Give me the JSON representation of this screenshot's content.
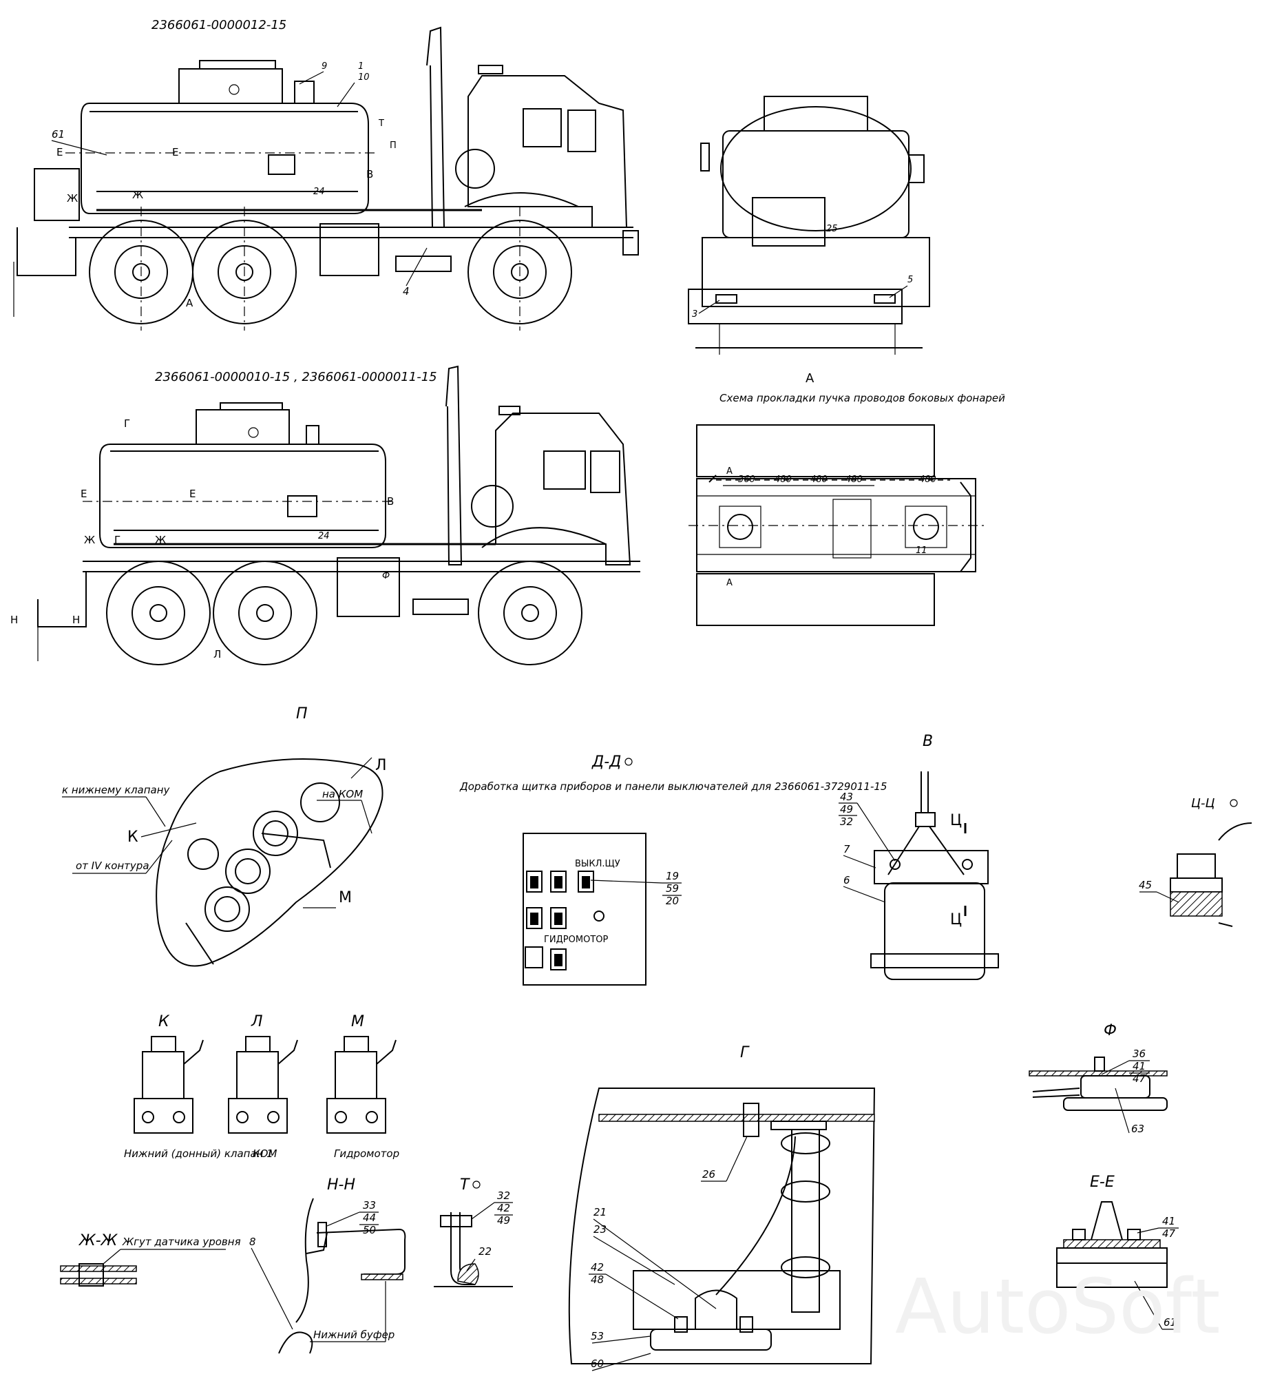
{
  "drawings": {
    "top_side_view": {
      "caption": "2366061-0000012-15",
      "callouts": [
        "61",
        "E",
        "E",
        "Ж",
        "Ж",
        "9",
        "1",
        "10",
        "T",
        "П",
        "B",
        "24",
        "4",
        "A"
      ]
    },
    "front_view": {
      "callouts": [
        "25",
        "3",
        "5"
      ]
    },
    "second_side_view": {
      "caption": "2366061-0000010-15 , 2366061-0000011-15",
      "callouts": [
        "Г",
        "E",
        "E",
        "B",
        "Ж",
        "Г",
        "Ж",
        "24",
        "Ф",
        "H",
        "H",
        "Л"
      ]
    },
    "wiring_scheme": {
      "title": "A",
      "subtitle": "Схема прокладки пучка проводов боковых фонарей",
      "marks": [
        "A",
        "A"
      ],
      "dims": [
        "360",
        "480",
        "480",
        "480",
        "480"
      ],
      "callout": "11"
    },
    "detail_P": {
      "title": "П",
      "labels": {
        "lower_valve": "к нижнему клапану",
        "from_circuit": "от IV контура",
        "kom": "на КОМ"
      },
      "letters": [
        "К",
        "Л",
        "М"
      ]
    },
    "detail_DD": {
      "title": "Д-Д",
      "subtitle": "Доработка щитка приборов и панели выключателей для 2366061-3729011-15",
      "panel_labels": [
        "ВЫКЛ.ЩУ",
        "ГИДРОМОТОР"
      ],
      "callout": [
        "19",
        "59",
        "20"
      ]
    },
    "detail_V": {
      "title": "В",
      "callout_stack": [
        "43",
        "49",
        "32"
      ],
      "callouts": [
        "7",
        "6",
        "Ц",
        "Ц"
      ]
    },
    "section_TsTs": {
      "title": "Ц-Ц",
      "callout": "45"
    },
    "valves_KLM": {
      "letters": [
        "К",
        "Л",
        "М"
      ],
      "captions": [
        "Нижний (донный) клапан 1",
        "КОМ",
        "Гидромотор"
      ]
    },
    "detail_G": {
      "title": "Г",
      "callouts": [
        "26",
        "21",
        "23",
        "42",
        "48",
        "53",
        "60"
      ]
    },
    "detail_F": {
      "title": "Ф",
      "callout_stack": [
        "36",
        "41",
        "47"
      ],
      "callout": "63"
    },
    "section_HH": {
      "title": "Н-Н",
      "callout_stack": [
        "33",
        "44",
        "50"
      ],
      "callout": "8",
      "label": "Нижний буфер"
    },
    "detail_T": {
      "title": "Т",
      "callout_stack": [
        "32",
        "42",
        "49"
      ],
      "callout": "22"
    },
    "section_ZhZh": {
      "title": "Ж-Ж",
      "label": "Жгут датчика уровня"
    },
    "section_EE": {
      "title": "Е-Е",
      "callout_stack": [
        "41",
        "47"
      ],
      "callout": "61"
    },
    "watermark": "AutoSoft"
  }
}
